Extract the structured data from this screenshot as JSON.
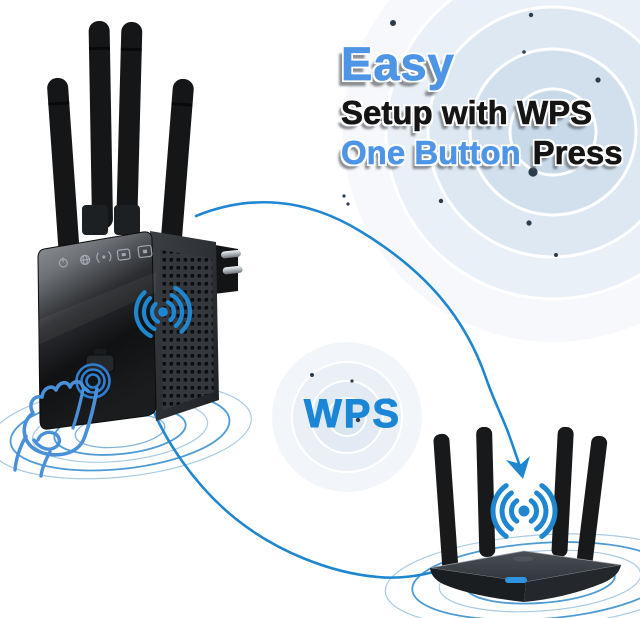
{
  "headline": {
    "line1": "Easy",
    "line2": "Setup with WPS",
    "line3_highlight": "One Button",
    "line3_rest": "Press"
  },
  "wps_label": "WPS",
  "icons": {
    "extender_side": "wifi-signal-icon",
    "above_router": "wifi-signal-icon",
    "touch": "touch-hand-icon",
    "arrow": "arrow-down-icon",
    "extender_panel_leds": [
      "power-led-icon",
      "internet-led-icon",
      "signal-led-icon",
      "router-led-icon",
      "client-led-icon"
    ]
  },
  "colors": {
    "background": "#ffffff",
    "headline_blue": "#4e95e6",
    "headline_dark": "#151515",
    "wps_blue": "#1b86d6",
    "curve_blue": "#1f87d0",
    "wifi_icon_blue": "#1f87d0",
    "hand_line_blue": "#4a90d9",
    "ripple_ring_blue": "#4e9cd3",
    "ripple_fill_light": "#d2e0ed",
    "device_black": "#17191b"
  }
}
